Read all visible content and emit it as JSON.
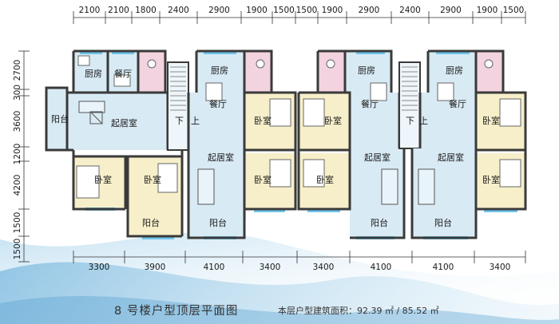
{
  "title": "8 号楼户型顶层平面图",
  "area_label": "本层户型建筑面积：92.39 ㎡ / 85.52 ㎡",
  "dims": {
    "top": [
      "2100",
      "2100",
      "1800",
      "2400",
      "2900",
      "1900",
      "1500",
      "1500",
      "1900",
      "2900",
      "2400",
      "2900",
      "1900",
      "1500"
    ],
    "bottom": [
      "3300",
      "3900",
      "4100",
      "3400",
      "3400",
      "4100",
      "4100",
      "3400"
    ],
    "left": [
      "2700",
      "300",
      "3600",
      "1200",
      "4200",
      "1500",
      "1500"
    ]
  },
  "rooms": {
    "kitchen": "厨房",
    "dining": "餐厅",
    "living": "起居室",
    "bedroom": "卧室",
    "balcony": "阳台",
    "stair_down": "下",
    "stair_up": "上"
  },
  "colors": {
    "room_blue": "#d8eaf4",
    "bedroom_yellow": "#f6efc9",
    "bath_pink": "#f3d3df",
    "wall": "#3a3a3a",
    "window": "#6fc4ea"
  }
}
